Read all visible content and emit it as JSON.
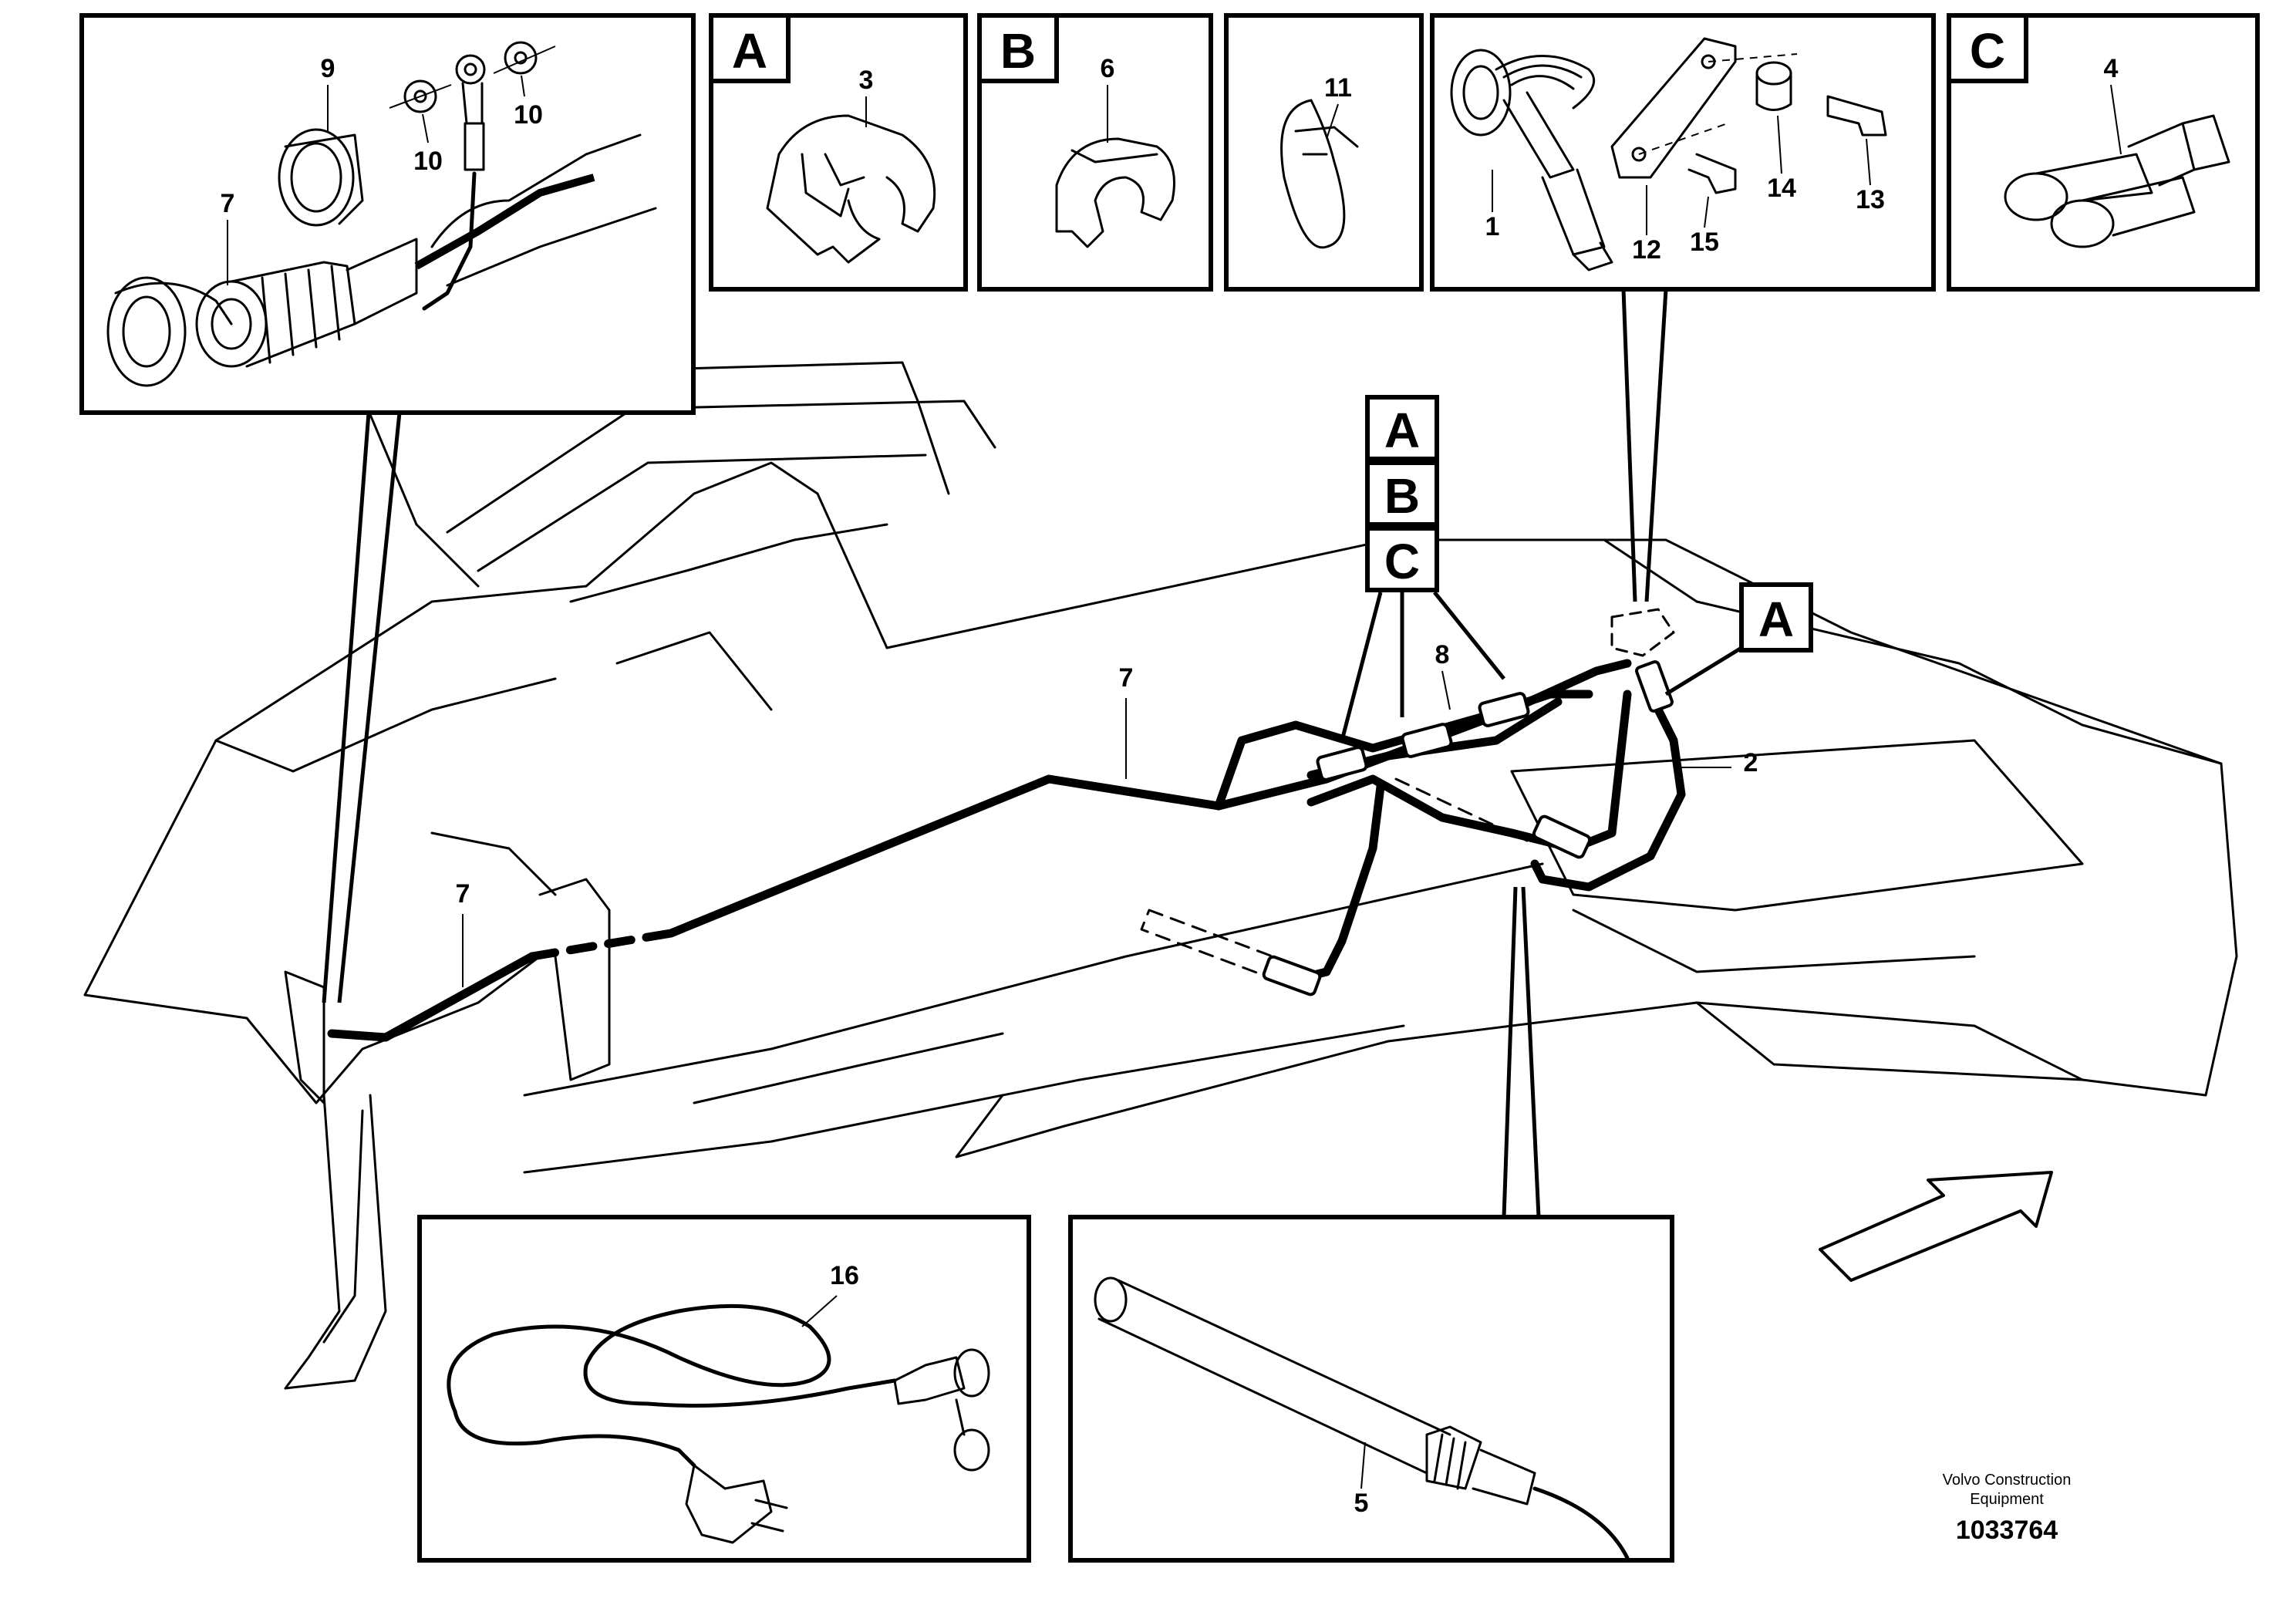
{
  "callouts": {
    "c1": "1",
    "c2": "2",
    "c3": "3",
    "c4": "4",
    "c5": "5",
    "c6": "6",
    "c7a": "7",
    "c7b": "7",
    "c7c": "7",
    "c8": "8",
    "c9": "9",
    "c10a": "10",
    "c10b": "10",
    "c11": "11",
    "c12": "12",
    "c13": "13",
    "c14": "14",
    "c15": "15",
    "c16": "16"
  },
  "view_letters": {
    "panel_a": "A",
    "panel_b": "B",
    "panel_c": "C",
    "stack_a": "A",
    "stack_b": "B",
    "stack_c": "C",
    "right_a": "A"
  },
  "footer": {
    "company_line1": "Volvo Construction",
    "company_line2": "Equipment",
    "doc_number": "1033764"
  },
  "icons": {
    "direction": "forward-arrow-icon"
  }
}
